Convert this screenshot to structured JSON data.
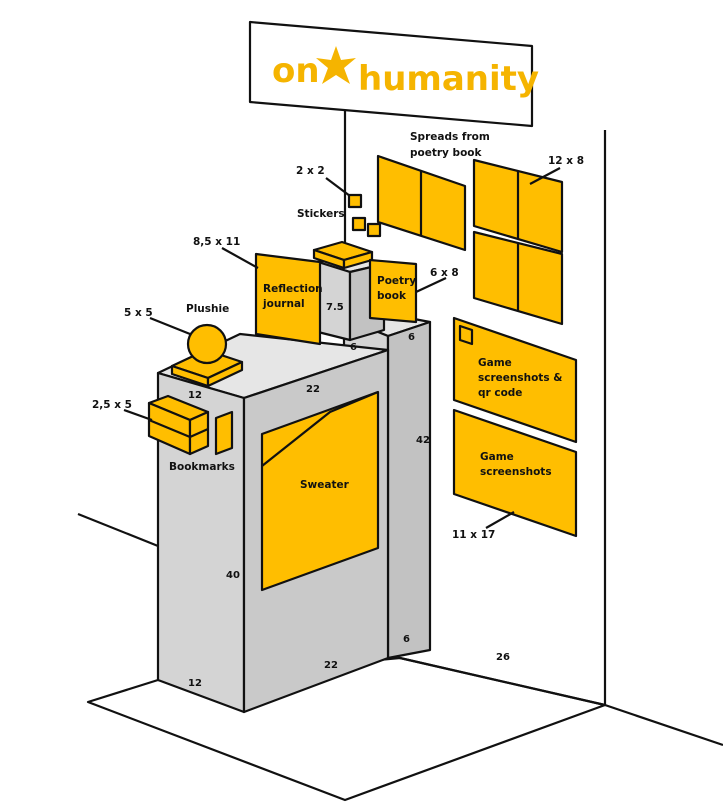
{
  "colors": {
    "accent": "#FFBE00",
    "gray_light": "#E6E6E6",
    "gray_mid": "#D4D4D4",
    "gray_dark": "#C2C2C2",
    "stroke": "#111111"
  },
  "sign": {
    "word1": "on",
    "word2": "humanity",
    "icon": "star-icon"
  },
  "labels": {
    "spreads": [
      "Spreads from",
      "poetry book"
    ],
    "spreads_dim": "12 x 8",
    "stickers_dim": "2 x 2",
    "stickers": "Stickers",
    "reflection_dim": "8,5 x 11",
    "reflection": [
      "Reflection",
      "journal"
    ],
    "poetry": [
      "Poetry",
      "book"
    ],
    "poetry_dim": "6 x 8",
    "plushie": "Plushie",
    "plushie_dim": "5 x 5",
    "bookmarks_dim": "2,5 x 5",
    "bookmarks": "Bookmarks",
    "game_qr": [
      "Game",
      "screenshots &",
      "qr code"
    ],
    "game": [
      "Game",
      "screenshots"
    ],
    "game_dim": "11 x 17",
    "sweater": "Sweater"
  },
  "dimensions": {
    "small_top_h": "7.5",
    "small_top_d": "6",
    "mid_top_d": "6",
    "mid_height": "42",
    "big_top_w": "22",
    "big_top_d": "12",
    "big_height": "40",
    "big_bottom_w": "22",
    "big_bottom_d": "12",
    "mid_bottom_d": "6",
    "floor_w": "26"
  }
}
